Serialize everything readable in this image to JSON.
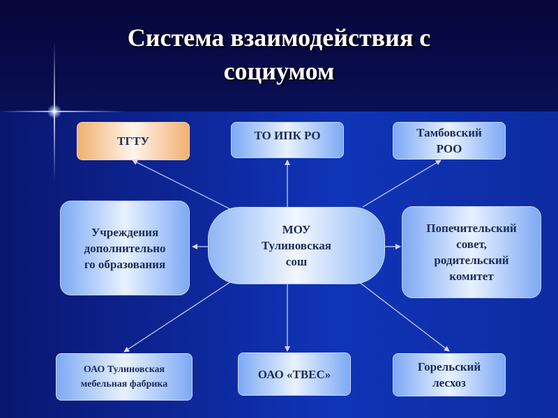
{
  "title_lines": [
    "Система взаимодействия с",
    "социумом"
  ],
  "center": {
    "lines": [
      "МОУ",
      "Тулиновская",
      "сош"
    ]
  },
  "nodes": {
    "tgtu": {
      "lines": [
        "ТГТУ"
      ]
    },
    "to_ipk_ro": {
      "lines": [
        "ТО ИПК РО"
      ]
    },
    "tambov_roo": {
      "lines": [
        "Тамбовский",
        "РОО"
      ]
    },
    "uchrezhdeniya": {
      "lines": [
        "Учреждения",
        "дополнительно",
        "го образования"
      ]
    },
    "popechitelsky": {
      "lines": [
        "Попечительский",
        "совет,",
        "родительский",
        "комитет"
      ]
    },
    "mebel": {
      "lines": [
        "ОАО Тулиновская",
        "мебельная фабрика"
      ]
    },
    "tves": {
      "lines": [
        "ОАО «ТВЕС»"
      ]
    },
    "gorelsky": {
      "lines": [
        "Горельский",
        "лесхоз"
      ]
    }
  },
  "colors": {
    "box_light": "#e8f2ff",
    "box_edge": "#7ea9f5",
    "box_warm": "#f2b070",
    "text": "#1a2a5a",
    "title": "#ffffff",
    "connector": "#cfd8ff"
  }
}
